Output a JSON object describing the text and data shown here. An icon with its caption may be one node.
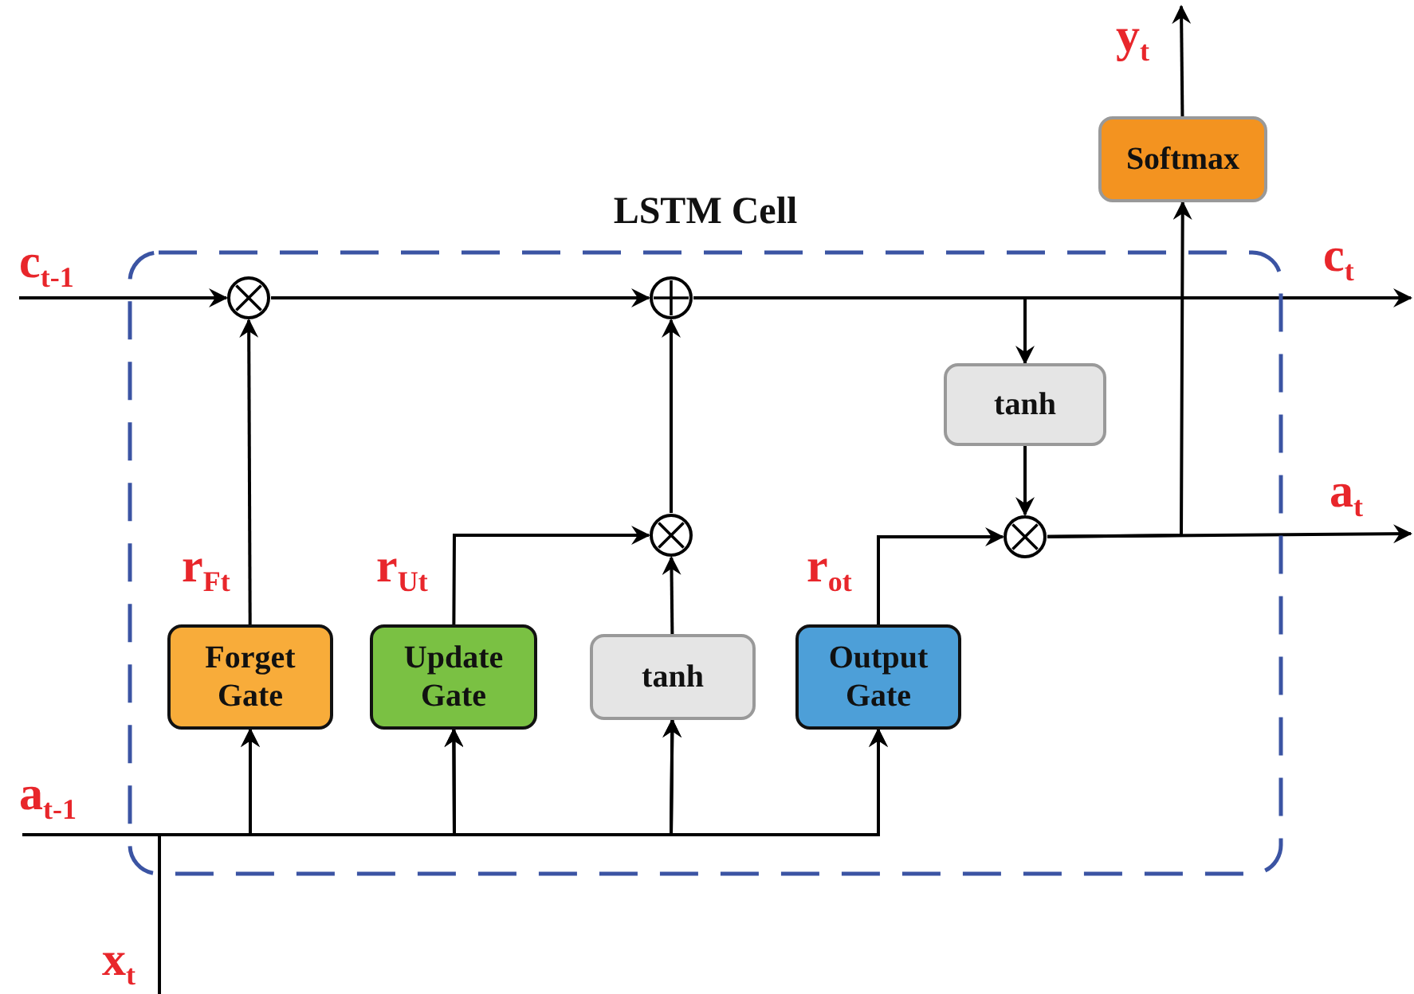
{
  "diagram": {
    "nodes": [
      {
        "text": [
          "Softmax"
        ]
      },
      {
        "text": [
          "LSTM Cell"
        ]
      },
      {
        "text": [],
        "shape": "circle",
        "in": 1
      },
      {
        "text": [],
        "shape": "circle",
        "in": 1
      },
      {
        "text": [
          "tanh"
        ],
        "in": 1
      },
      {
        "text": [],
        "shape": "circle",
        "in": 1
      },
      {
        "text": [],
        "shape": "circle",
        "in": 1
      },
      {
        "text": [
          "Forget Gate"
        ],
        "in": 1
      },
      {
        "text": [
          "Update Gate"
        ],
        "in": 1
      },
      {
        "text": [
          "tanh"
        ],
        "in": 1
      },
      {
        "text": [
          "Output Gate"
        ],
        "in": 1
      }
    ],
    "edges": [
      {
        "from": null,
        "to": 2,
        "arrow": "to",
        "label": "c$_{t-1}$"
      },
      {
        "from": 2,
        "to": 3,
        "arrow": "to"
      },
      {
        "from": 3,
        "to": null,
        "arrow": "to",
        "label": "c$_{t}$"
      },
      {
        "from": 3,
        "to": 4,
        "arrow": "to"
      },
      {
        "from": 6,
        "to": 0,
        "arrow": "to"
      },
      {
        "from": 4,
        "to": 6,
        "arrow": "to"
      },
      {
        "from": 6,
        "to": null,
        "arrow": "to",
        "label": "a$_{t}$"
      },
      {
        "from": 0,
        "to": null,
        "arrow": "to",
        "label": "y$_{t}$"
      },
      {
        "from": 7,
        "to": 2,
        "arrow": "to",
        "label": "r$_{Ft}$"
      },
      {
        "from": 8,
        "to": 5,
        "arrow": "to",
        "label": "r$_{Ut}$"
      },
      {
        "from": 9,
        "to": 5,
        "arrow": "to"
      },
      {
        "from": 5,
        "to": 3,
        "arrow": "to"
      },
      {
        "from": 10,
        "to": 6,
        "arrow": "to",
        "label": "r$_{ot}$"
      },
      {
        "from": null,
        "to": 7,
        "arrow": "to",
        "label": "a$_{t-1}$"
      },
      {
        "from": null,
        "to": 8,
        "arrow": "to"
      },
      {
        "from": null,
        "to": 9,
        "arrow": "to"
      },
      {
        "from": null,
        "to": 10,
        "arrow": "to"
      },
      {
        "from": null,
        "to": 7,
        "arrow": "to",
        "label": "x$_{t}$"
      },
      {
        "from": null,
        "to": 8,
        "arrow": "to"
      },
      {
        "from": null,
        "to": 9,
        "arrow": "to"
      },
      {
        "from": null,
        "to": 10,
        "arrow": "to"
      }
    ]
  }
}
